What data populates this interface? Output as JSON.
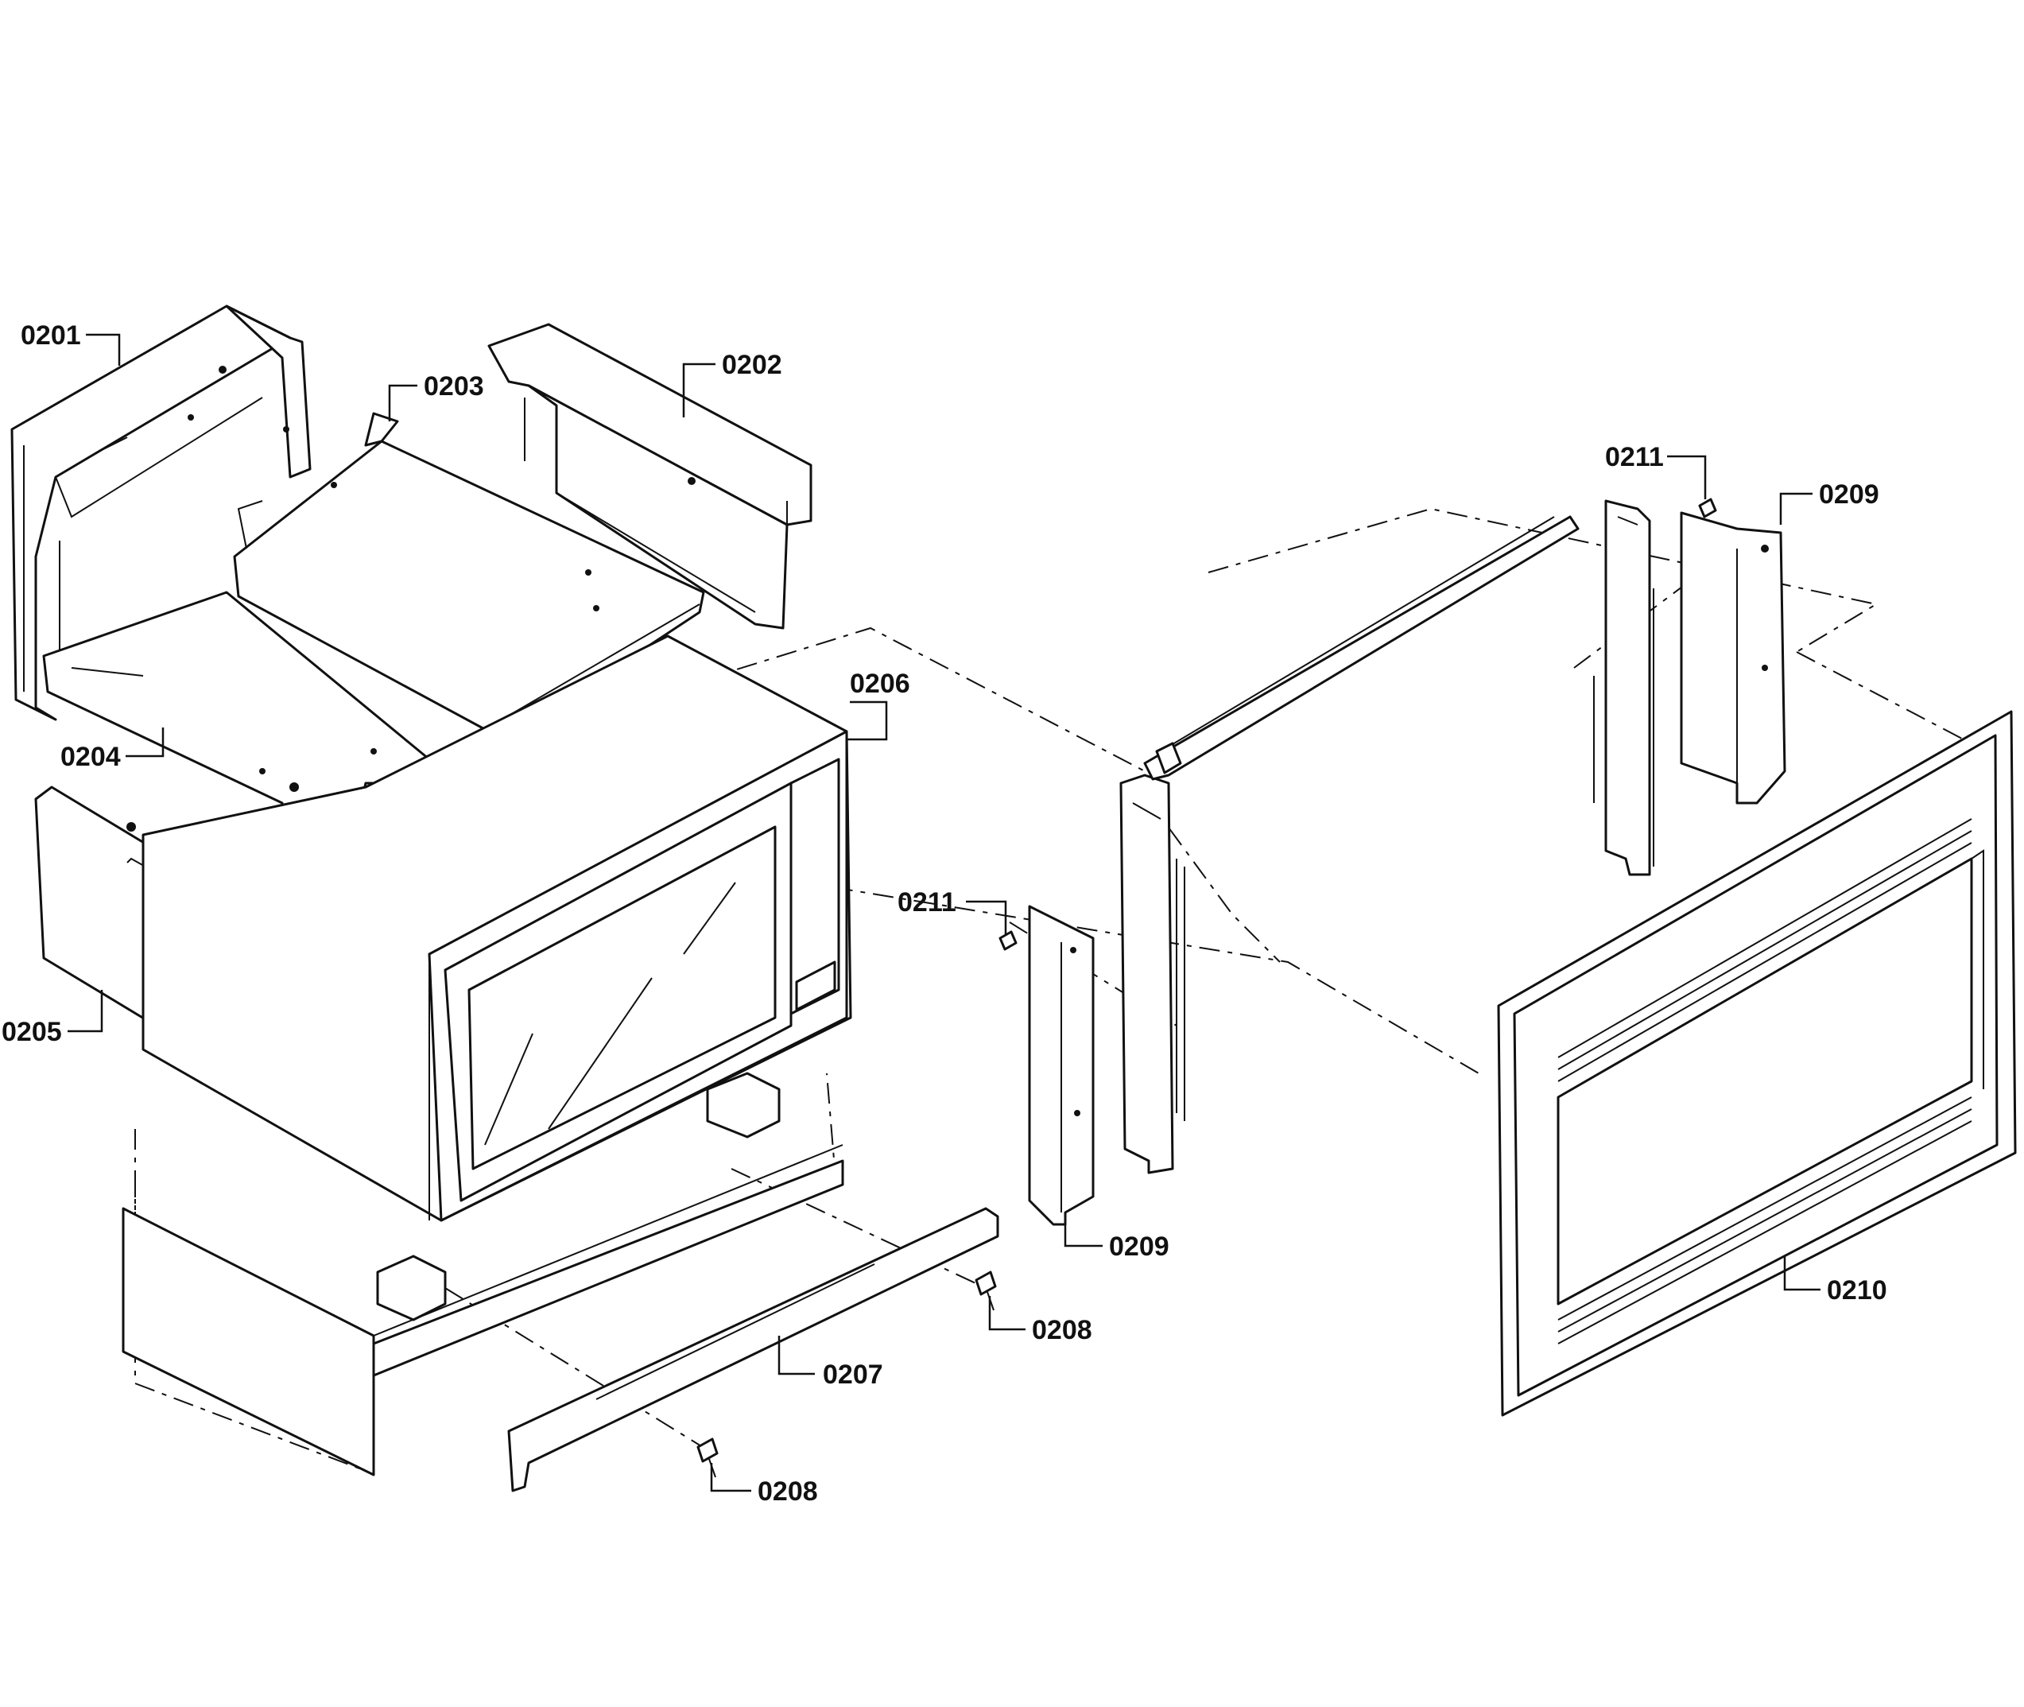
{
  "parts": [
    {
      "id": "p0201",
      "label": "0201"
    },
    {
      "id": "p0202",
      "label": "0202"
    },
    {
      "id": "p0203",
      "label": "0203"
    },
    {
      "id": "p0204",
      "label": "0204"
    },
    {
      "id": "p0205",
      "label": "0205"
    },
    {
      "id": "p0206",
      "label": "0206"
    },
    {
      "id": "p0207",
      "label": "0207"
    },
    {
      "id": "p0208a",
      "label": "0208"
    },
    {
      "id": "p0208b",
      "label": "0208"
    },
    {
      "id": "p0209a",
      "label": "0209"
    },
    {
      "id": "p0209b",
      "label": "0209"
    },
    {
      "id": "p0210",
      "label": "0210"
    },
    {
      "id": "p0211a",
      "label": "0211"
    },
    {
      "id": "p0211b",
      "label": "0211"
    }
  ]
}
